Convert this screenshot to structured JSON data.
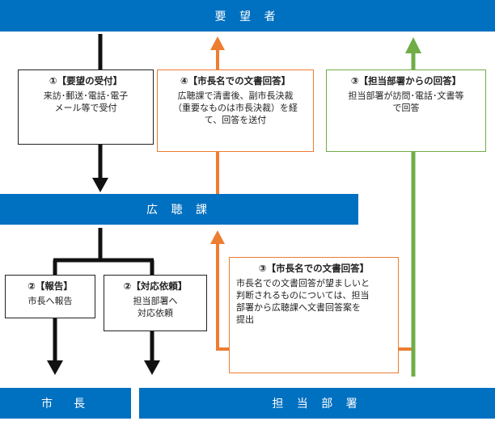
{
  "bars": {
    "top": "要 望 者",
    "middle": "広 聴 課",
    "bottom_left": "市　長",
    "bottom_right": "担 当 部 署"
  },
  "boxes": {
    "receipt": {
      "title": "①【要望の受付】",
      "text": "来訪･郵送･電話･電子\nメール等で受付"
    },
    "mayor_reply": {
      "title": "④【市長名での文書回答】",
      "text": "広聴課で清書後、副市長決裁\n（重要なものは市長決裁）を経\nて、回答を送付"
    },
    "dept_reply": {
      "title": "③【担当部署からの回答】",
      "text": "担当部署が訪問･電話･文書等\nで回答"
    },
    "report": {
      "title": "②【報告】",
      "text": "市長へ報告"
    },
    "request": {
      "title": "②【対応依頼】",
      "text": "担当部署へ\n対応依頼"
    },
    "draft_reply": {
      "title": "③【市長名での文書回答】",
      "text": "市長名での文書回答が望ましいと\n判断されるものについては、担当\n部署から広聴課へ文書回答案を\n提出"
    }
  },
  "colors": {
    "bar": "#0070c0",
    "black_flow": "#111111",
    "orange_flow": "#ed7d31",
    "green_flow": "#70ad47"
  }
}
